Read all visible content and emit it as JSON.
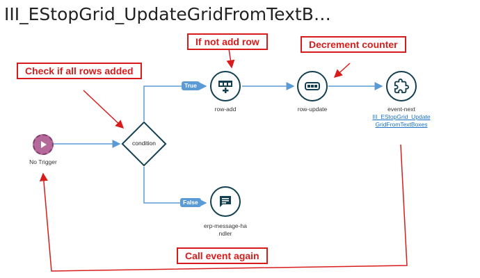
{
  "page": {
    "title": "III_EStopGrid_UpdateGridFromTextB…"
  },
  "nodes": {
    "trigger": {
      "label": "No Trigger",
      "icon": "play-icon"
    },
    "condition": {
      "label": "condition"
    },
    "row_add": {
      "label": "row-add",
      "icon": "table-add-row-icon"
    },
    "row_update": {
      "label": "row-update",
      "icon": "progress-bar-icon"
    },
    "event_next": {
      "label": "event-next",
      "link": "III_EStopGrid_UpdateGridFromTextBoxes",
      "icon": "puzzle-icon"
    },
    "erp_message_handler": {
      "label": "erp-message-handler",
      "icon": "message-icon"
    }
  },
  "branches": {
    "true_label": "True",
    "false_label": "False"
  },
  "annotations": {
    "check_rows": "Check if all rows added",
    "if_not_add_row": "If not add row",
    "decrement_counter": "Decrement counter",
    "call_event_again": "Call event again"
  },
  "colors": {
    "connector": "#5b9bd5",
    "node_border": "#123f4f",
    "annotation": "#d81c1c",
    "trigger_fill": "#b4699a",
    "link": "#1a72c9"
  }
}
